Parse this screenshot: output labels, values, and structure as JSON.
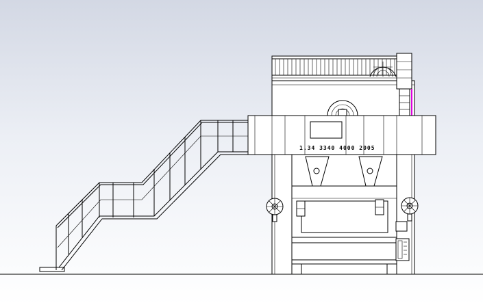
{
  "drawing": {
    "crown_plate_text": "1.34 3340 4000 2005"
  },
  "colors": {
    "line": "#000000",
    "highlight_edge": "#e000e0",
    "background_top": "#d3d8e4",
    "background_bottom": "#ffffff"
  },
  "icons": {
    "flywheel": "semicircle-flywheel",
    "hand_wheel": "radial-hand-wheel",
    "control_box": "electrical-cabinet"
  }
}
